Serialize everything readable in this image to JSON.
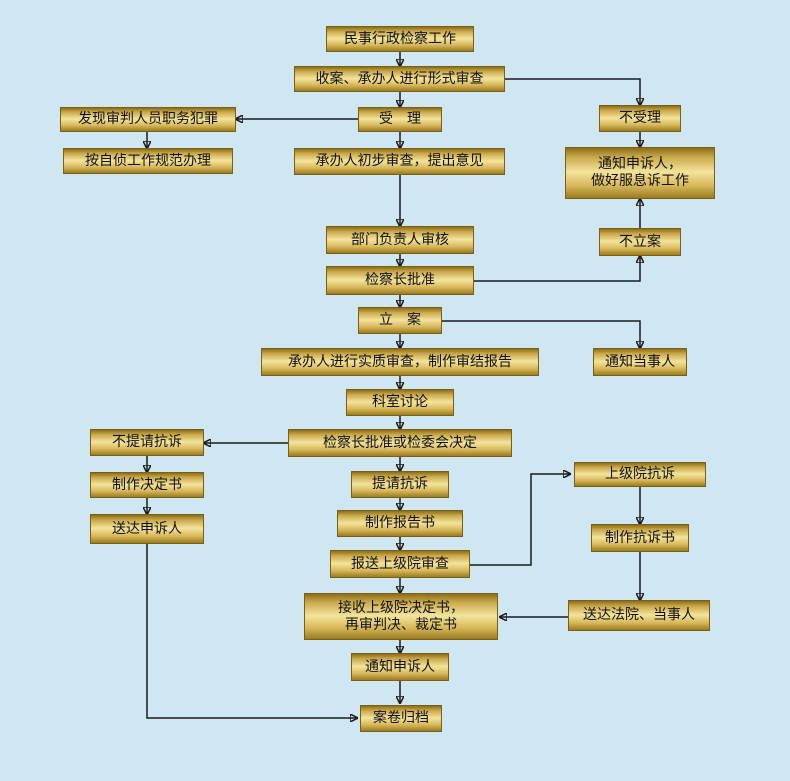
{
  "nodes": {
    "n1": "民事行政检察工作",
    "n2": "收案、承办人进行形式审查",
    "n3": "受　理",
    "n4": "发现审判人员职务犯罪",
    "n5": "按自侦工作规范办理",
    "n6": "承办人初步审查，提出意见",
    "n7": "不受理",
    "n8": "通知申诉人，\n做好服息诉工作",
    "n9": "部门负责人审核",
    "n10": "检察长批准",
    "n11": "不立案",
    "n12": "立　案",
    "n13": "通知当事人",
    "n14": "承办人进行实质审查，制作审结报告",
    "n15": "科室讨论",
    "n16": "检察长批准或检委会决定",
    "n17": "不提请抗诉",
    "n18": "制作决定书",
    "n19": "送达申诉人",
    "n20": "提请抗诉",
    "n21": "上级院抗诉",
    "n22": "制作报告书",
    "n23": "制作抗诉书",
    "n24": "报送上级院审查",
    "n25": "送达法院、当事人",
    "n26": "接收上级院决定书，\n再审判决、裁定书",
    "n27": "通知申诉人",
    "n28": "案卷归档"
  },
  "edges": [
    [
      "n1",
      "n2"
    ],
    [
      "n2",
      "n3"
    ],
    [
      "n2",
      "n7"
    ],
    [
      "n3",
      "n4"
    ],
    [
      "n4",
      "n5"
    ],
    [
      "n3",
      "n6"
    ],
    [
      "n7",
      "n8"
    ],
    [
      "n6",
      "n9"
    ],
    [
      "n9",
      "n10"
    ],
    [
      "n10",
      "n11"
    ],
    [
      "n11",
      "n8"
    ],
    [
      "n10",
      "n12"
    ],
    [
      "n12",
      "n13"
    ],
    [
      "n12",
      "n14"
    ],
    [
      "n14",
      "n15"
    ],
    [
      "n15",
      "n16"
    ],
    [
      "n16",
      "n17"
    ],
    [
      "n17",
      "n18"
    ],
    [
      "n18",
      "n19"
    ],
    [
      "n16",
      "n20"
    ],
    [
      "n20",
      "n22"
    ],
    [
      "n22",
      "n24"
    ],
    [
      "n24",
      "n21"
    ],
    [
      "n21",
      "n23"
    ],
    [
      "n23",
      "n25"
    ],
    [
      "n25",
      "n26"
    ],
    [
      "n24",
      "n26"
    ],
    [
      "n26",
      "n27"
    ],
    [
      "n27",
      "n28"
    ],
    [
      "n19",
      "n28"
    ]
  ]
}
